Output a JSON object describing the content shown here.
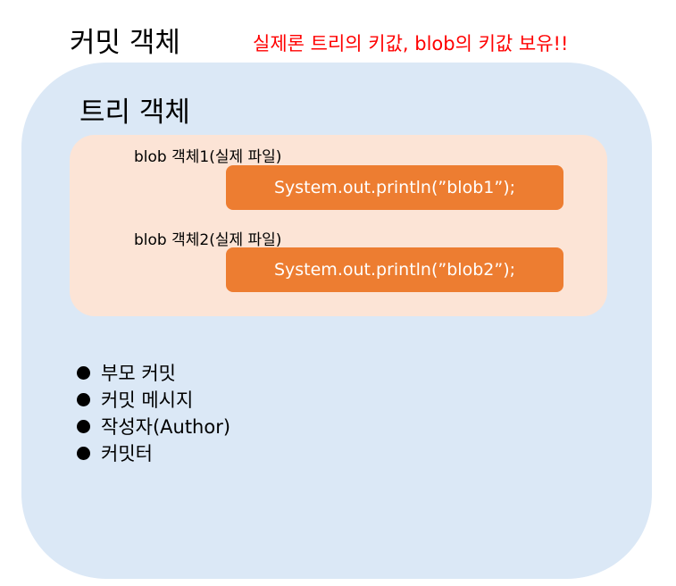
{
  "commit": {
    "title": "커밋 객체",
    "note": "실제론 트리의 키값,  blob의 키값 보유!!",
    "meta_items": [
      {
        "label": "부모 커밋"
      },
      {
        "label": "커밋 메시지"
      },
      {
        "label": "작성자(Author)"
      },
      {
        "label": "커밋터"
      }
    ]
  },
  "tree": {
    "title": "트리 객체",
    "blobs": [
      {
        "label": "blob 객체1(실제 파일)",
        "code": "System.out.println(”blob1”);"
      },
      {
        "label": "blob 객체2(실제 파일)",
        "code": "System.out.println(”blob2”);"
      }
    ]
  },
  "colors": {
    "commit_fill": "#dbe8f6",
    "tree_fill": "#fce4d6",
    "blob_fill": "#ed7d31",
    "note_text": "#ff0000"
  }
}
